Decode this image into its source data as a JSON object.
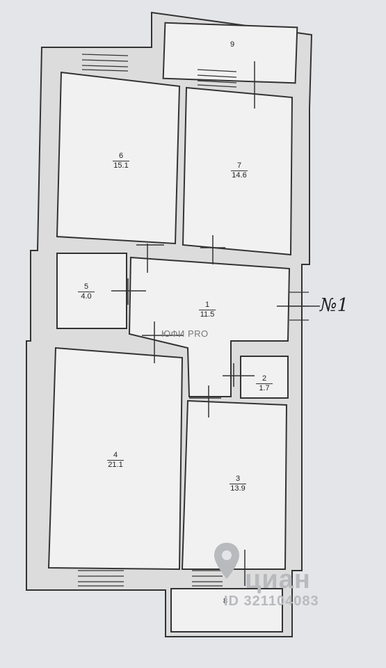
{
  "rooms": [
    {
      "number": "1",
      "area": "11.5"
    },
    {
      "number": "2",
      "area": "1.7"
    },
    {
      "number": "3",
      "area": "13.9"
    },
    {
      "number": "4",
      "area": "21.1"
    },
    {
      "number": "5",
      "area": "4.0"
    },
    {
      "number": "6",
      "area": "15.1"
    },
    {
      "number": "7",
      "area": "14.6"
    },
    {
      "number": "8",
      "area": ""
    },
    {
      "number": "9",
      "area": ""
    }
  ],
  "entrance_label": "№1",
  "watermarks": {
    "center": "ЮФИ PRO",
    "brand": "циан",
    "id": "ID 321104083"
  },
  "icons": [
    "map-pin-icon"
  ]
}
